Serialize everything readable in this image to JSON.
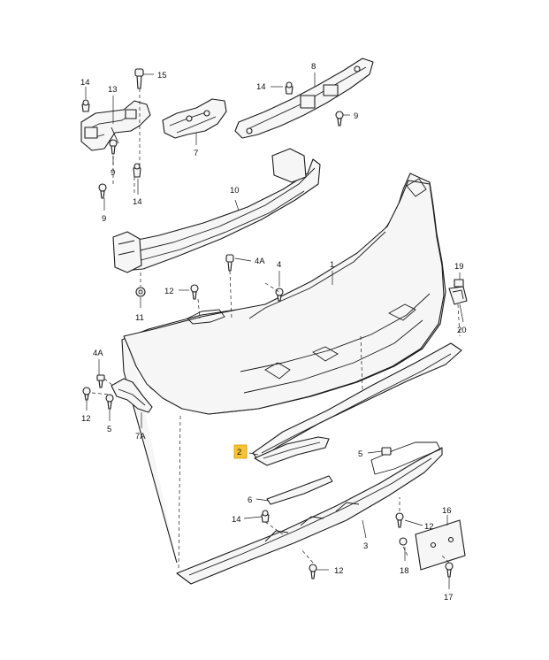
{
  "diagram": {
    "highlight_color": "#f6c335",
    "line_color": "#1c1c1c",
    "callouts": {
      "c1": "1",
      "c2": "2",
      "c3": "3",
      "c4": "4",
      "c4a_top": "4A",
      "c4a_left": "4A",
      "c5_left": "5",
      "c5_right": "5",
      "c6": "6",
      "c7": "7",
      "c7a": "7A",
      "c8": "8",
      "c9_a": "9",
      "c9_b": "9",
      "c9_c": "9",
      "c10": "10",
      "c11": "11",
      "c12_a": "12",
      "c12_b": "12",
      "c12_c": "12",
      "c12_d": "12",
      "c13": "13",
      "c14_a": "14",
      "c14_b": "14",
      "c14_c": "14",
      "c14_d": "14",
      "c15": "15",
      "c16": "16",
      "c17": "17",
      "c18": "18",
      "c19": "19",
      "c20": "20"
    }
  }
}
